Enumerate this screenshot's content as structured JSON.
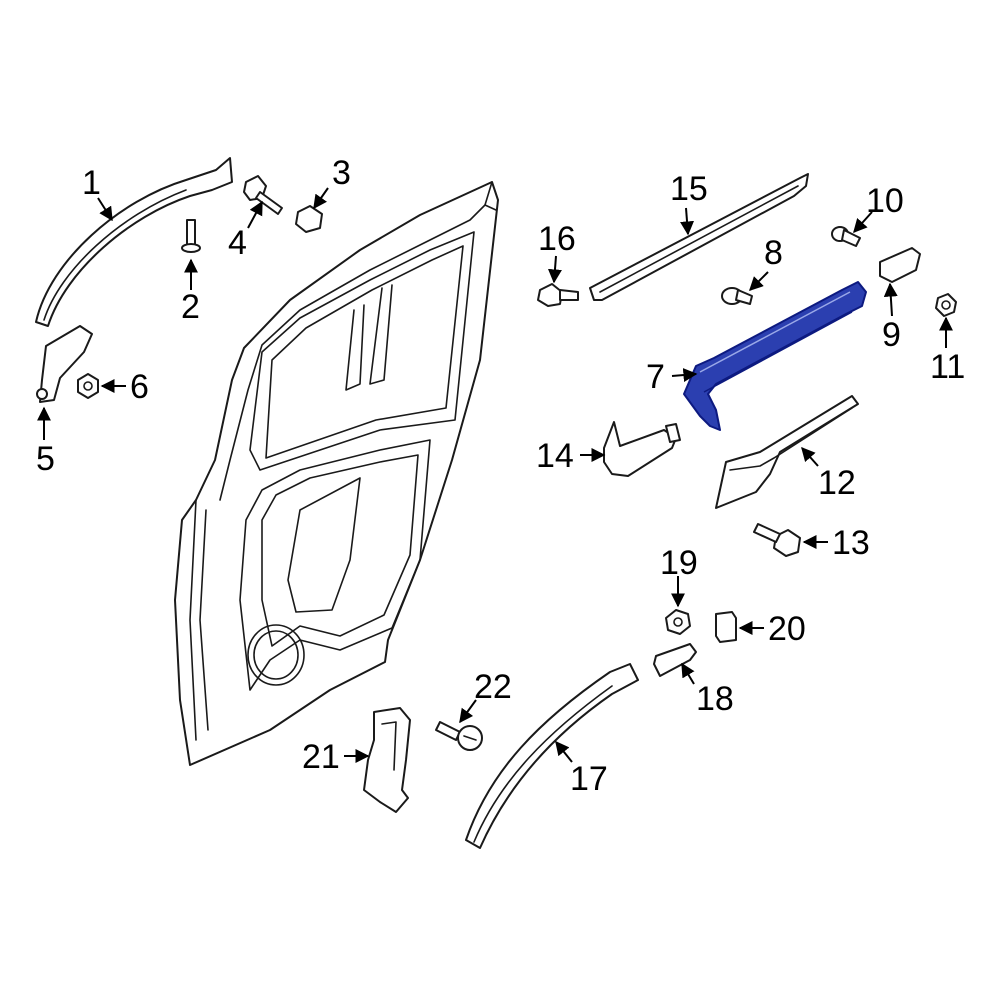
{
  "diagram": {
    "highlight_color": "#2b3fb0",
    "highlight_outline": "#0d1a80",
    "line_color": "#1a1a1a",
    "background": "#ffffff",
    "highlighted_part": "7",
    "callouts": {
      "c1": "1",
      "c2": "2",
      "c3": "3",
      "c4": "4",
      "c5": "5",
      "c6": "6",
      "c7": "7",
      "c8": "8",
      "c9": "9",
      "c10": "10",
      "c11": "11",
      "c12": "12",
      "c13": "13",
      "c14": "14",
      "c15": "15",
      "c16": "16",
      "c17": "17",
      "c18": "18",
      "c19": "19",
      "c20": "20",
      "c21": "21",
      "c22": "22"
    }
  }
}
